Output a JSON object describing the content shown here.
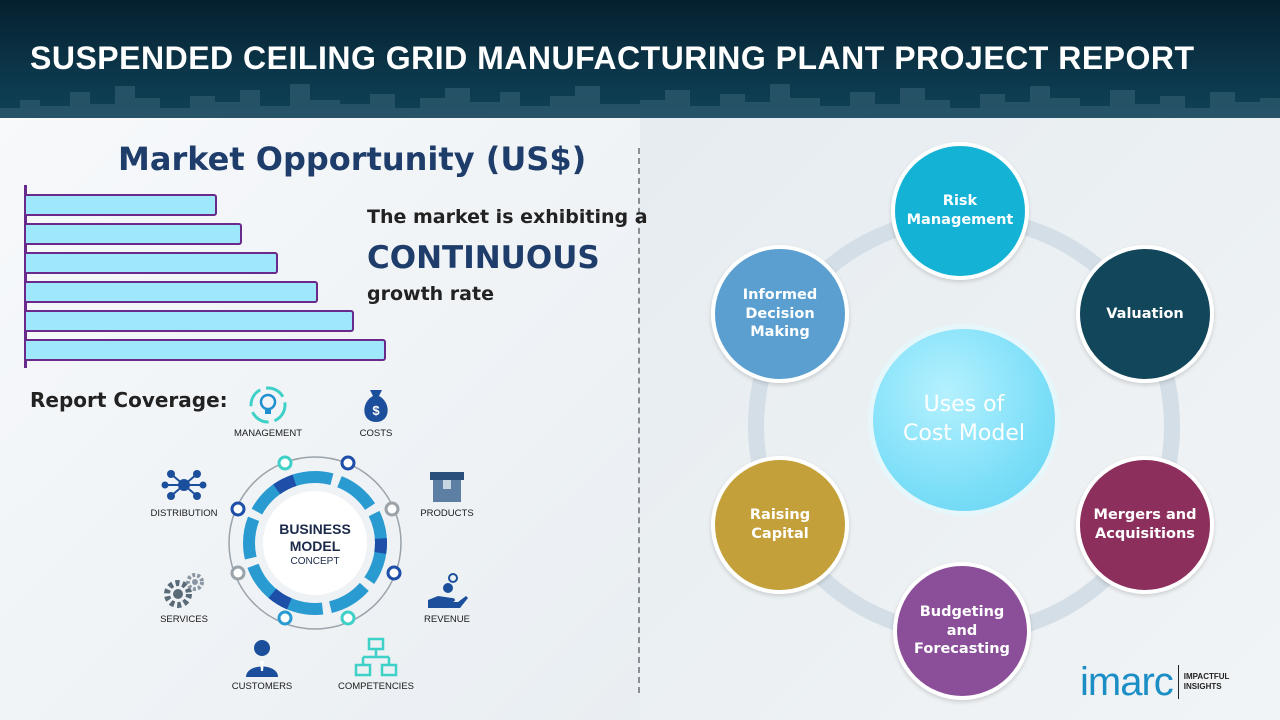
{
  "header": {
    "title": "SUSPENDED CEILING GRID MANUFACTURING PLANT PROJECT REPORT"
  },
  "market_opportunity": {
    "title": "Market Opportunity (US$)",
    "text_line1": "The market is exhibiting a",
    "text_emphasis": "CONTINUOUS",
    "text_line3": "growth rate",
    "bars_relative": [
      0.53,
      0.6,
      0.7,
      0.81,
      0.91,
      1.0
    ]
  },
  "report_coverage": {
    "title": "Report Coverage:",
    "center": {
      "line1": "BUSINESS",
      "line2": "MODEL",
      "line3": "CONCEPT"
    },
    "items": [
      {
        "label": "MANAGEMENT",
        "icon": "lightbulb-cycle-icon"
      },
      {
        "label": "COSTS",
        "icon": "money-bag-icon"
      },
      {
        "label": "DISTRIBUTION",
        "icon": "network-icon"
      },
      {
        "label": "PRODUCTS",
        "icon": "boxes-icon"
      },
      {
        "label": "SERVICES",
        "icon": "gears-icon"
      },
      {
        "label": "REVENUE",
        "icon": "hand-coins-icon"
      },
      {
        "label": "CUSTOMERS",
        "icon": "person-icon"
      },
      {
        "label": "COMPETENCIES",
        "icon": "hierarchy-icon"
      }
    ]
  },
  "uses_of_cost_model": {
    "center_label_line1": "Uses of",
    "center_label_line2": "Cost Model",
    "nodes": [
      {
        "label": "Risk Management",
        "color": "#14b3d6"
      },
      {
        "label": "Valuation",
        "color": "#12465a"
      },
      {
        "label": "Mergers and Acquisitions",
        "color": "#8c2f5c"
      },
      {
        "label": "Budgeting and Forecasting",
        "color": "#8b4f9a"
      },
      {
        "label": "Raising Capital",
        "color": "#c4a03a"
      },
      {
        "label": "Informed Decision Making",
        "color": "#5a9fd0"
      }
    ]
  },
  "logo": {
    "word": "imarc",
    "tag_line1": "IMPACTFUL",
    "tag_line2": "INSIGHTS"
  }
}
